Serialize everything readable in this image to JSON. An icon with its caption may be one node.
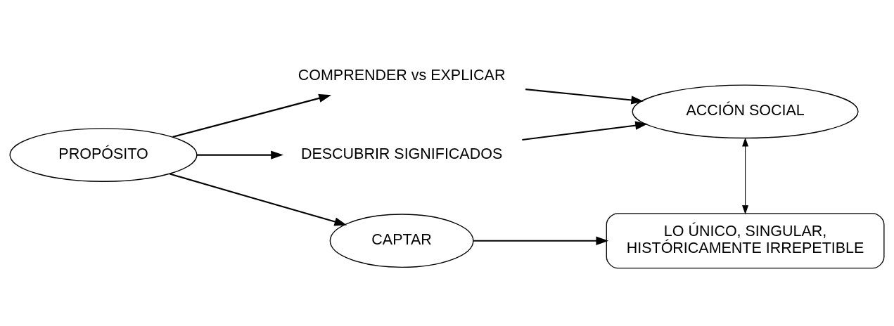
{
  "diagram": {
    "nodes": [
      {
        "text": [
          "PROPÓSITO"
        ]
      },
      {
        "text": [
          "COMPRENDER vs EXPLICAR"
        ]
      },
      {
        "text": [
          "DESCUBRIR SIGNIFICADOS"
        ]
      },
      {
        "text": [
          "ACCIÓN SOCIAL"
        ]
      },
      {
        "text": [
          "CAPTAR"
        ]
      },
      {
        "text": [
          "LO ÚNICO, SINGULAR, HISTÓRICAMENTE IRREPETIBLE"
        ]
      }
    ],
    "edges": [
      {
        "from": 0,
        "to": 1,
        "arrow": "to"
      },
      {
        "from": 0,
        "to": 2,
        "arrow": "to"
      },
      {
        "from": 1,
        "to": 3,
        "arrow": "to"
      },
      {
        "from": 2,
        "to": 3,
        "arrow": "to"
      },
      {
        "from": 0,
        "to": 4,
        "arrow": "to"
      },
      {
        "from": 4,
        "to": 5,
        "arrow": "to"
      },
      {
        "from": 3,
        "to": 5,
        "arrow": "both"
      }
    ]
  }
}
